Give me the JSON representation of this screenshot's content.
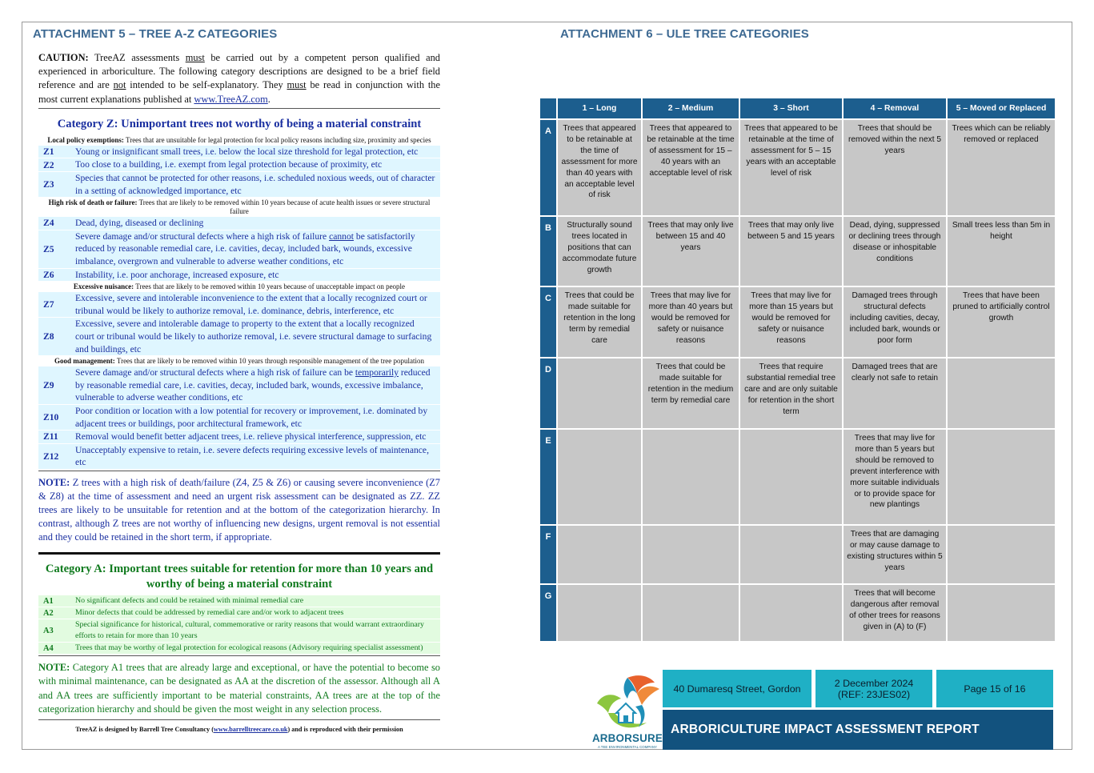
{
  "left": {
    "title": "ATTACHMENT 5 – TREE A-Z CATEGORIES",
    "caution": {
      "label": "CAUTION:",
      "p1": " TreeAZ assessments ",
      "must1": "must",
      "p2": " be carried out by a competent person qualified and experienced in arboriculture.  The following category descriptions are designed to be a brief field reference and are ",
      "not": "not",
      "p3": " intended to be self-explanatory.  They ",
      "must2": "must",
      "p4": " be read in conjunction with the most current explanations published at ",
      "url": "www.TreeAZ.com",
      "p5": "."
    },
    "category_z": {
      "heading": "Category Z:  Unimportant trees not worthy of being a material constraint",
      "groups": [
        {
          "label": "Local policy exemptions:",
          "desc": " Trees that are unsuitable for legal protection for local policy reasons including size, proximity and species",
          "items": [
            {
              "code": "Z1",
              "text": "Young or insignificant small trees, i.e. below the local size threshold for legal protection, etc"
            },
            {
              "code": "Z2",
              "text": "Too close to a building, i.e. exempt from legal protection because of proximity, etc"
            },
            {
              "code": "Z3",
              "text": "Species that cannot be protected for other reasons, i.e. scheduled noxious weeds, out of character in a setting of acknowledged importance, etc"
            }
          ]
        },
        {
          "label": "High risk of death or failure:",
          "desc": " Trees that are likely to be removed within 10 years because of acute health issues or severe structural failure",
          "items": [
            {
              "code": "Z4",
              "text": "Dead, dying, diseased or declining"
            },
            {
              "code": "Z5",
              "pre": "Severe damage and/or structural defects where a high risk of failure ",
              "u": "cannot",
              "post": " be satisfactorily reduced by reasonable remedial care, i.e. cavities, decay, included bark, wounds, excessive imbalance, overgrown and vulnerable to adverse weather conditions, etc"
            },
            {
              "code": "Z6",
              "text": "Instability, i.e. poor anchorage, increased exposure, etc"
            }
          ]
        },
        {
          "label": "Excessive nuisance:",
          "desc": " Trees that are likely to be removed within 10 years because of unacceptable impact on people",
          "items": [
            {
              "code": "Z7",
              "text": "Excessive, severe and intolerable inconvenience to the extent that a locally recognized court or tribunal would be likely to authorize removal, i.e. dominance, debris, interference, etc"
            },
            {
              "code": "Z8",
              "text": "Excessive, severe and intolerable damage to property to the extent that a locally recognized court or tribunal would be likely to authorize removal, i.e. severe structural damage to surfacing and buildings, etc"
            }
          ]
        },
        {
          "label": "Good management:",
          "desc": " Trees that are likely to be removed within 10 years through responsible management of the tree population",
          "items": [
            {
              "code": "Z9",
              "pre": "Severe damage and/or structural defects where a high risk of failure can be ",
              "u": "temporarily",
              "post": " reduced by reasonable remedial care, i.e. cavities, decay, included bark, wounds, excessive imbalance, vulnerable to adverse weather conditions, etc"
            },
            {
              "code": "Z10",
              "text": "Poor condition or location with a low potential for recovery or improvement, i.e. dominated by adjacent trees or buildings, poor architectural framework, etc"
            },
            {
              "code": "Z11",
              "text": "Removal would benefit better adjacent trees, i.e. relieve physical interference, suppression, etc"
            },
            {
              "code": "Z12",
              "text": "Unacceptably expensive to retain, i.e. severe defects requiring excessive levels of maintenance, etc"
            }
          ]
        }
      ],
      "note_label": "NOTE:",
      "note_text": "  Z trees with a high risk of death/failure (Z4, Z5 & Z6) or causing severe inconvenience (Z7 & Z8) at the time of assessment and need an urgent risk assessment can be designated as ZZ.  ZZ trees are likely to be unsuitable for retention and at the bottom of the categorization hierarchy.  In contrast, although Z trees are not worthy of influencing new designs, urgent removal is not essential and they could be retained in the short term, if appropriate."
    },
    "category_a": {
      "heading_line1": "Category A:  Important trees suitable for retention for more than 10 years and",
      "heading_line2": "worthy of being a material constraint",
      "items": [
        {
          "code": "A1",
          "text": "No significant defects and could be retained with minimal remedial care"
        },
        {
          "code": "A2",
          "text": "Minor defects that could be addressed by remedial care and/or work to adjacent trees"
        },
        {
          "code": "A3",
          "text": "Special significance for historical, cultural, commemorative or rarity reasons that would warrant extraordinary efforts to retain for more than 10 years"
        },
        {
          "code": "A4",
          "text": "Trees that may be worthy of legal protection for ecological reasons  (Advisory requiring specialist assessment)"
        }
      ],
      "note_label": "NOTE:",
      "note_text": "  Category A1 trees that are already large and exceptional, or have the potential to become so with minimal maintenance, can be designated as AA at the discretion of the assessor.  Although all A and AA trees are sufficiently important to be material constraints, AA trees are at the top of the categorization hierarchy and should be given the most weight in any selection process."
    },
    "credit": {
      "pre": "TreeAZ is designed by Barrell Tree Consultancy (",
      "url": "www.barrelltreecare.co.uk",
      "post": ") and is reproduced with their permission"
    }
  },
  "right": {
    "title": "ATTACHMENT 6 – ULE TREE CATEGORIES",
    "columns": [
      "1 – Long",
      "2 – Medium",
      "3 – Short",
      "4 – Removal",
      "5 – Moved or Replaced"
    ],
    "rows": [
      {
        "label": "A",
        "cells": [
          "Trees that appeared to be retainable at the time of assessment for more than 40 years with an acceptable level of risk",
          "Trees that appeared to be retainable at the time of assessment for 15 – 40 years with an acceptable level of risk",
          "Trees that appeared to be retainable at the time of assessment for 5 – 15 years with an acceptable level of risk",
          "Trees that should be removed within the next 5 years",
          "Trees which can be reliably removed or replaced"
        ]
      },
      {
        "label": "B",
        "cells": [
          "Structurally sound trees located in positions that can accommodate future growth",
          "Trees that may only live between 15 and 40 years",
          "Trees that may only live between 5 and 15 years",
          "Dead, dying, suppressed or declining trees through disease or inhospitable conditions",
          "Small trees less than 5m in height"
        ]
      },
      {
        "label": "C",
        "cells": [
          "Trees that could be made suitable for retention in the long term by remedial care",
          "Trees that may live for more than 40 years but would be removed for safety or nuisance reasons",
          "Trees that may live for more than 15 years but would be removed for safety or nuisance reasons",
          "Damaged trees through structural defects including cavities, decay, included bark, wounds or poor form",
          "Trees that have been pruned to artificially control growth"
        ]
      },
      {
        "label": "D",
        "cells": [
          "",
          "Trees that could be made suitable for retention in the medium term by remedial care",
          "Trees that require substantial remedial tree care and are only suitable for retention in the short term",
          "Damaged trees that are clearly not safe to retain",
          ""
        ]
      },
      {
        "label": "E",
        "cells": [
          "",
          "",
          "",
          "Trees that may live for more than 5 years but should be removed to prevent interference with more suitable individuals or to provide space for new plantings",
          ""
        ]
      },
      {
        "label": "F",
        "cells": [
          "",
          "",
          "",
          "Trees that are damaging or may cause damage to existing structures within 5 years",
          ""
        ]
      },
      {
        "label": "G",
        "cells": [
          "",
          "",
          "",
          "Trees that will become dangerous after removal of other trees for reasons given in (A) to (F)",
          ""
        ]
      }
    ]
  },
  "footer": {
    "address": "40 Dumaresq Street, Gordon",
    "date": "2 December 2024",
    "ref": "(REF: 23JES02)",
    "page": "Page 15  of 16",
    "report_title": "ARBORICULTURE IMPACT ASSESSMENT REPORT",
    "logo_text": "ARBORSURE",
    "logo_sub": "A TEE ENVIRONMENTAL COMPANY"
  },
  "colors": {
    "title_blue": "#3e6a93",
    "z_blue": "#1a2fa0",
    "a_green": "#107a1e",
    "table_header": "#1c5e8e",
    "table_cell": "#c7c7c7",
    "footer_teal": "#1fb0c5",
    "footer_navy": "#12527e"
  }
}
